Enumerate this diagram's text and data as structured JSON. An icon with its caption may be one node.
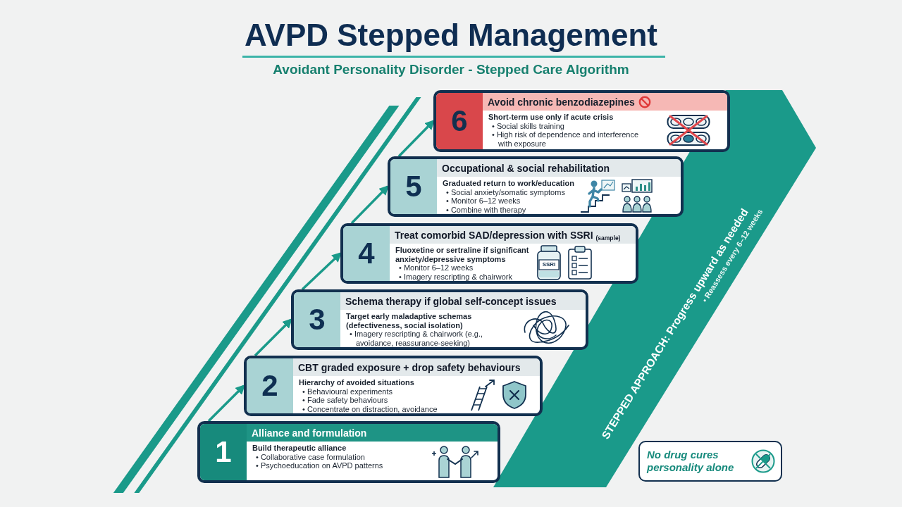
{
  "diagram": {
    "title": "AVPD Stepped Management",
    "nodes": [
      {
        "text": [
          "6",
          "Avoid chronic benzodiazepines",
          "Short-term use only if acute crisis",
          "• Social skills training",
          "• High risk of dependence and interference with exposure"
        ]
      },
      {
        "text": [
          "5",
          "Occupational & social rehabilitation",
          "Graduated return to work/education",
          "• Social anxiety/somatic symptoms",
          "• Monitor 6–12 weeks",
          "• Combine with therapy"
        ]
      },
      {
        "text": [
          "4",
          "Treat comorbid SAD/depression with SSRI $_{(sample)}$",
          "Fluoxetine or sertraline if significant anxiety/depressive symptoms",
          "• Monitor 6–12 weeks",
          "• Imagery rescripting & chairwork"
        ]
      },
      {
        "text": [
          "3",
          "Schema therapy if global self-concept issues",
          "Target early maladaptive schemas (defectiveness, social isolation)",
          "• Imagery rescripting & chairwork (e.g., avoidance, reassurance-seeking)"
        ]
      },
      {
        "text": [
          "2",
          "CBT graded exposure + drop safety behaviours",
          "Hierarchy of avoided situations",
          "• Behavioural experiments",
          "• Fade safety behaviours",
          "• Concentrate on distraction, avoidance"
        ]
      },
      {
        "text": [
          "1",
          "Alliance and formulation",
          "Build therapeutic alliance",
          "• Collaborative case formulation",
          "• Psychoeducation on AVPD patterns"
        ]
      },
      {
        "text": [
          "STEPPED APPROACH: Progress upward as needed",
          "• Reassess every 6–12 weeks"
        ]
      },
      {
        "text": [
          "No drug cures personality alone"
        ]
      }
    ],
    "edges": [
      {
        "from": 5,
        "to": 4,
        "arrow": "to"
      },
      {
        "from": 4,
        "to": 3,
        "arrow": "to"
      },
      {
        "from": 3,
        "to": 2,
        "arrow": "to"
      },
      {
        "from": 2,
        "to": 1,
        "arrow": "to"
      },
      {
        "from": 1,
        "to": 0,
        "arrow": "to"
      }
    ],
    "labels": [
      "Avoidant Personality Disorder - Stepped Care Algorithm",
      "SSRI"
    ]
  }
}
